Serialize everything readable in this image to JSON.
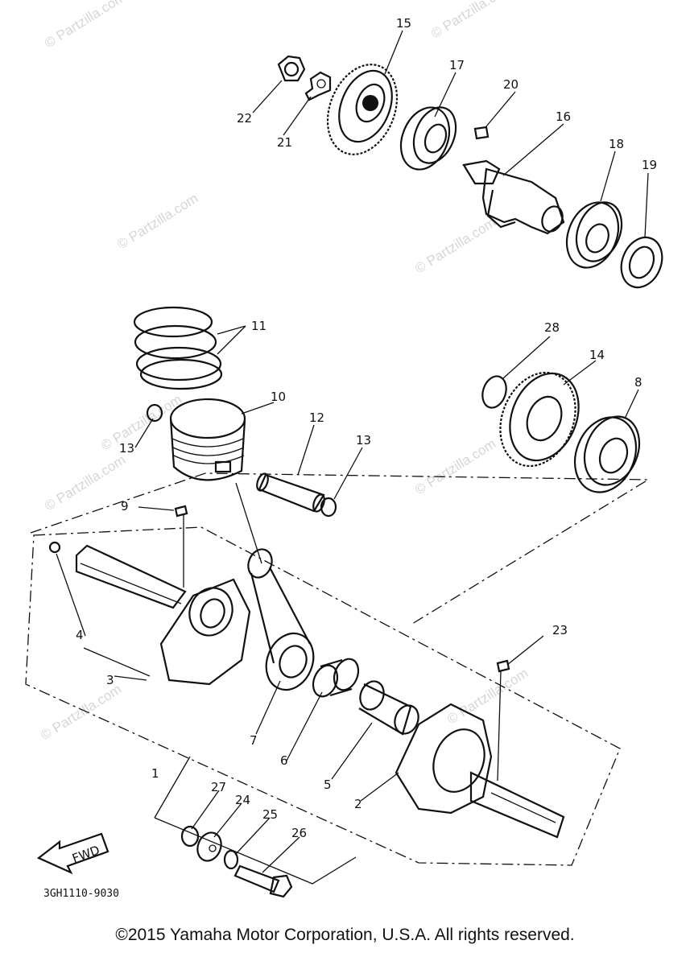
{
  "watermarks": [
    "© Partzilla.com",
    "© Partzilla.com",
    "© Partzilla.com",
    "© Partzilla.com",
    "© Partzilla.com",
    "© Partzilla.com",
    "© Partzilla.com",
    "© Partzilla.com",
    "© Partzilla.com"
  ],
  "callouts": {
    "c1": "1",
    "c2": "2",
    "c3": "3",
    "c4": "4",
    "c5": "5",
    "c6": "6",
    "c7": "7",
    "c8": "8",
    "c9": "9",
    "c10": "10",
    "c11": "11",
    "c12": "12",
    "c13a": "13",
    "c13b": "13",
    "c14": "14",
    "c15": "15",
    "c16": "16",
    "c17": "17",
    "c18": "18",
    "c19": "19",
    "c20": "20",
    "c21": "21",
    "c22": "22",
    "c23": "23",
    "c24": "24",
    "c25": "25",
    "c26": "26",
    "c27": "27",
    "c28": "28"
  },
  "fwd_label": "FWD",
  "diagram_code": "3GH1110-9030",
  "copyright": "©2015 Yamaha Motor Corporation, U.S.A. All rights reserved."
}
